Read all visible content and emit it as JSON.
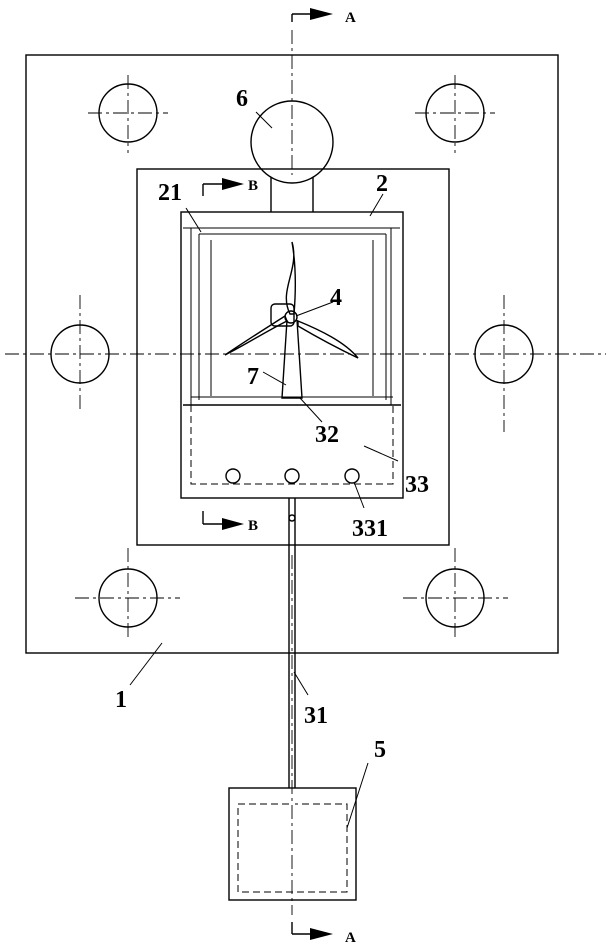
{
  "labels": {
    "plate": "1",
    "frame": "2",
    "frame_inner": "21",
    "pipe": "31",
    "tray_top": "32",
    "tray": "33",
    "holes": "331",
    "turbine": "4",
    "tank": "5",
    "fan": "6",
    "mast": "7"
  },
  "section_marks": {
    "a_top": "A",
    "a_bottom": "A",
    "b_top": "B",
    "b_bottom": "B"
  }
}
